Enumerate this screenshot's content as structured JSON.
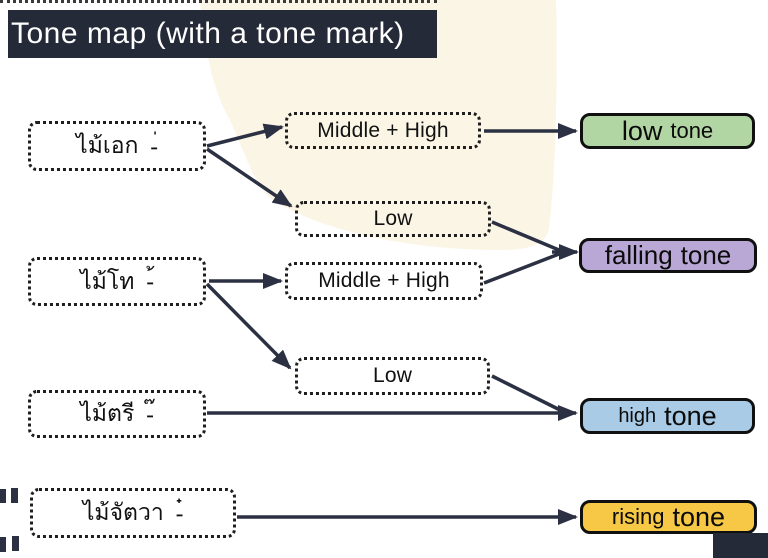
{
  "title": "Tone map (with a tone mark)",
  "diagram": {
    "tone_marks": [
      {
        "label": "ไม้เอก",
        "mark": "-่"
      },
      {
        "label": "ไม้โท",
        "mark": "-้"
      },
      {
        "label": "ไม้ตรี",
        "mark": "-๊"
      },
      {
        "label": "ไม้จัตวา",
        "mark": "-๋"
      }
    ],
    "consonant_classes": [
      {
        "label": "Middle + High"
      },
      {
        "label": "Low"
      },
      {
        "label": "Middle + High"
      },
      {
        "label": "Low"
      }
    ],
    "results": [
      {
        "word1": "low",
        "word2": "tone",
        "color": "#b2d5a4"
      },
      {
        "word1": "falling",
        "word2": "tone",
        "color": "#b9a8d6"
      },
      {
        "word1": "high",
        "word2": "tone",
        "color": "#a9cbe6"
      },
      {
        "word1": "rising",
        "word2": "tone",
        "color": "#f7c845"
      }
    ],
    "colors": {
      "title_bar": "#242a38",
      "arrow": "#2b3142",
      "background_blob": "#fbf5e6"
    }
  }
}
